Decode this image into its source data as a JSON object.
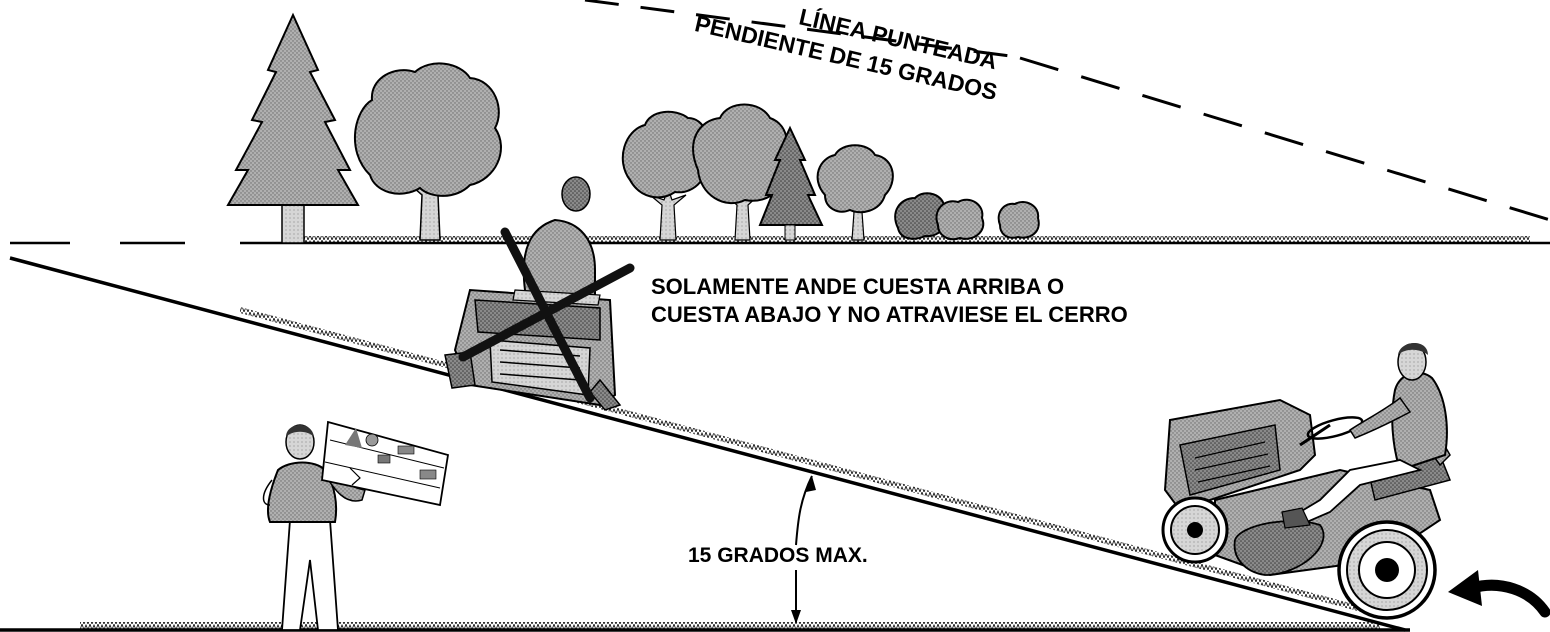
{
  "slope_label": {
    "line1": "LÍNEA PUNTEADA",
    "line2": "PENDIENTE DE 15 GRADOS"
  },
  "warning": {
    "line1": "SOLAMENTE ANDE CUESTA ARRIBA O",
    "line2": "CUESTA ABAJO Y NO ATRAVIESE EL CERRO"
  },
  "angle_label": "15 GRADOS MAX.",
  "colors": {
    "foliage": "#9a9a9a",
    "foliage_dark": "#707070",
    "trunk": "#c8c8c8",
    "tractor": "#a8a8a8",
    "line": "#000000"
  },
  "icons": [
    "pine-tree-icon",
    "deciduous-tree-icon",
    "shrub-icon",
    "person-icon",
    "tractor-icon",
    "prohibited-x-icon",
    "curved-arrow-icon",
    "slope-guide-card-icon"
  ]
}
